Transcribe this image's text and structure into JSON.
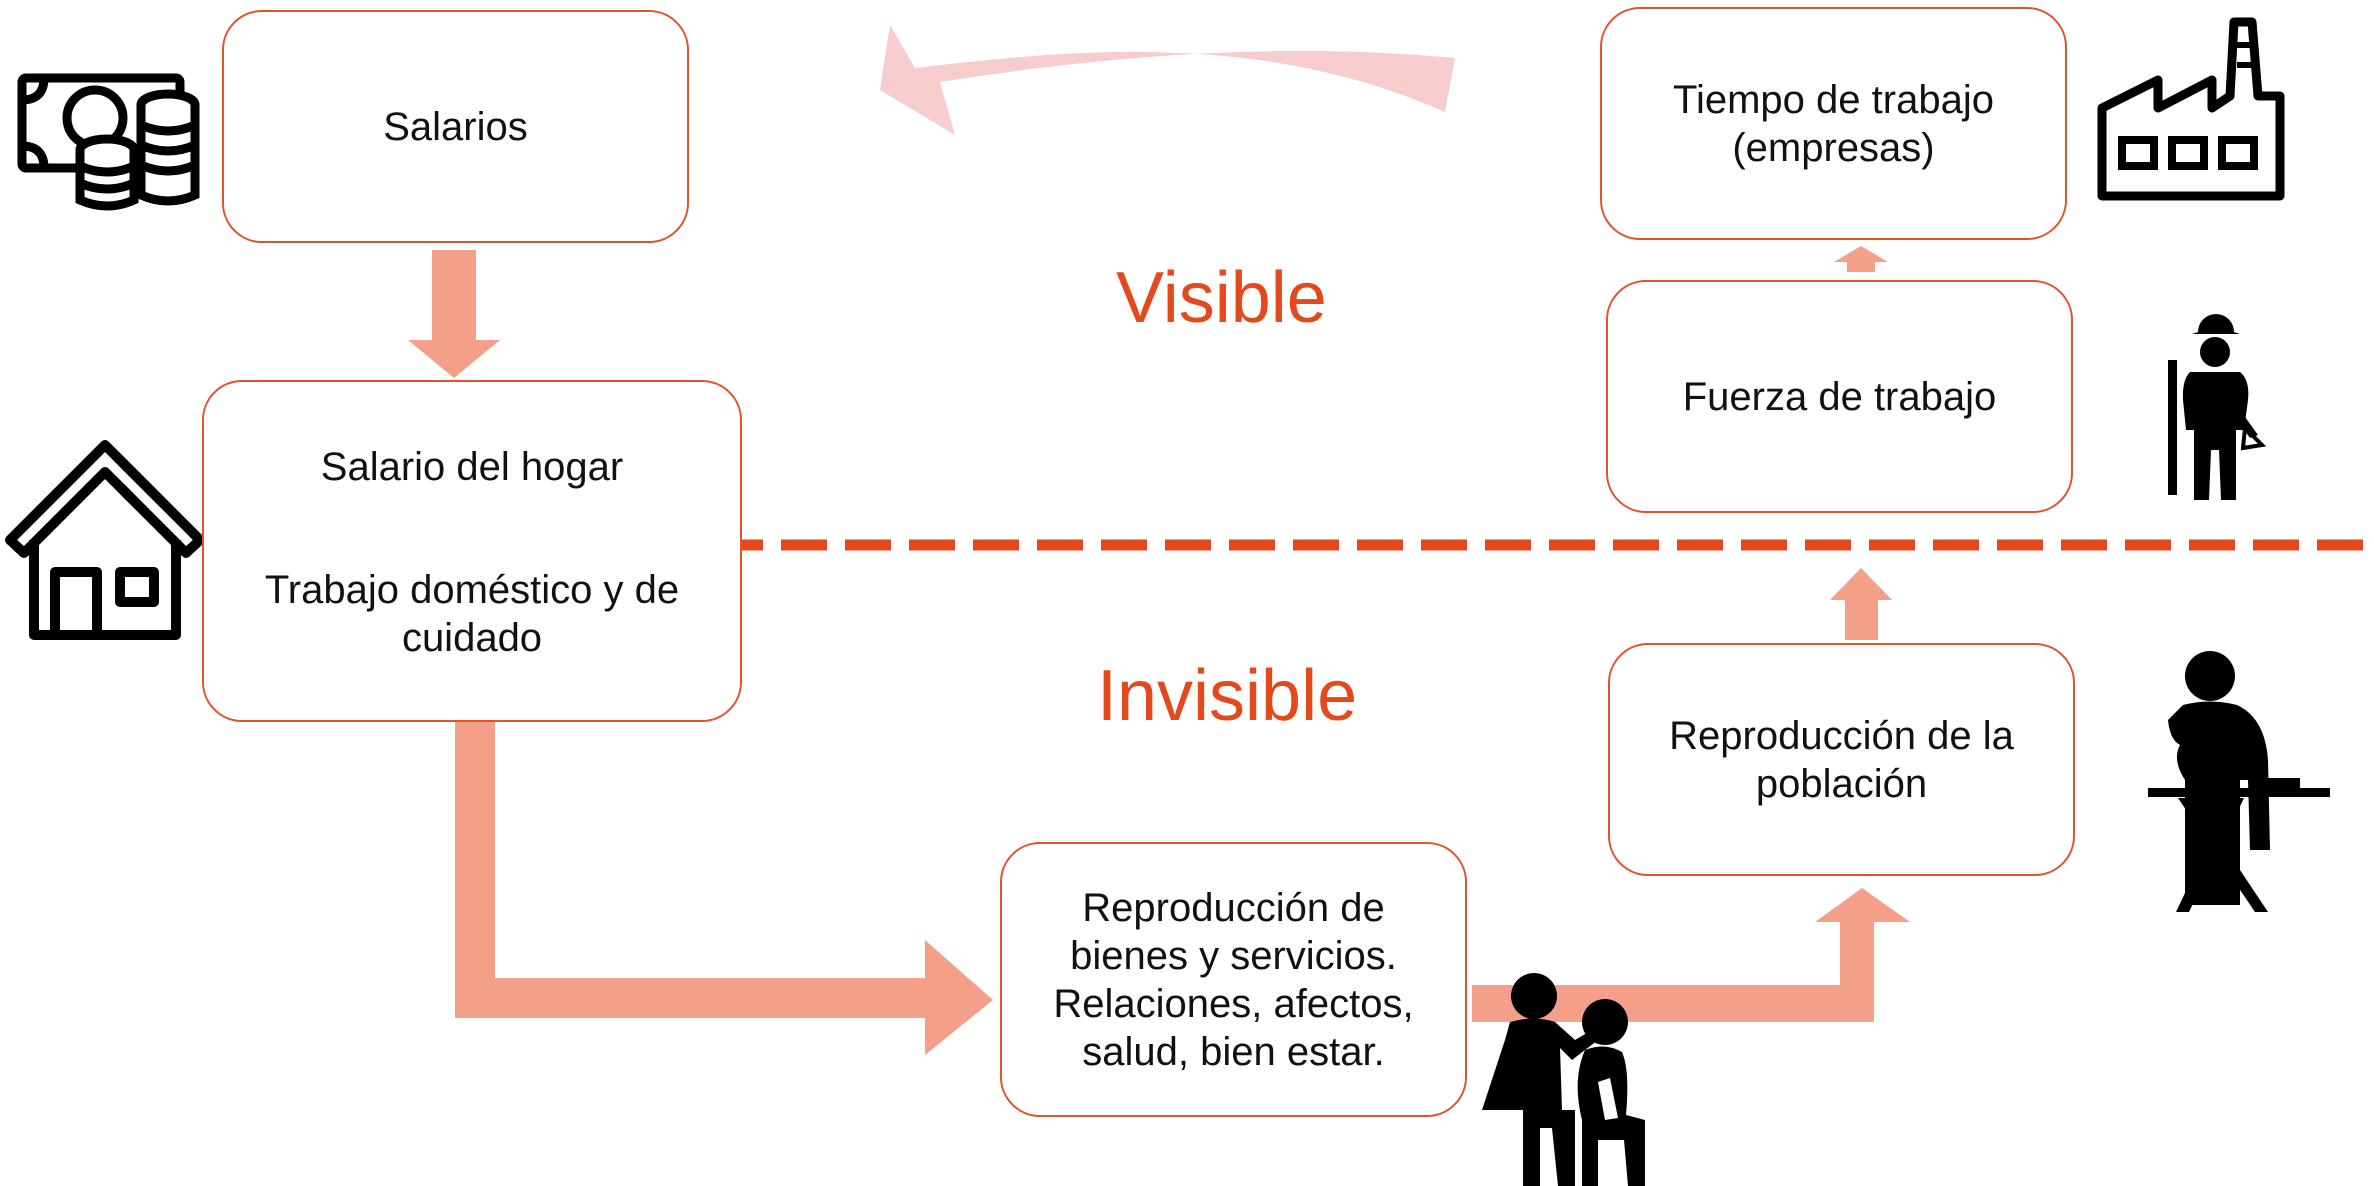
{
  "colors": {
    "accent": "#e24a1c",
    "box_border": "#e2532d",
    "arrow_fill": "#f4a088",
    "top_arrow_fill": "#f6cccc",
    "icon": "#000000"
  },
  "zones": {
    "visible": "Visible",
    "invisible": "Invisible"
  },
  "nodes": {
    "salarios": {
      "lines": [
        "Salarios"
      ]
    },
    "salario_hogar": {
      "lines": [
        "Salario del hogar"
      ]
    },
    "trabajo_domestico": {
      "lines": [
        "Trabajo doméstico y de",
        "cuidado"
      ]
    },
    "reproduccion_bienes": {
      "lines": [
        "Reproducción de",
        "bienes y servicios.",
        "Relaciones, afectos,",
        "salud, bien estar."
      ]
    },
    "reproduccion_poblacion": {
      "lines": [
        "Reproducción de la",
        "población"
      ]
    },
    "fuerza_trabajo": {
      "lines": [
        "Fuerza de trabajo"
      ]
    },
    "tiempo_trabajo": {
      "lines": [
        "Tiempo de trabajo",
        "(empresas)"
      ]
    }
  },
  "icons": [
    "money-icon",
    "house-icon",
    "factory-icon",
    "worker-icon",
    "ironing-person-icon",
    "caregiver-icon"
  ]
}
